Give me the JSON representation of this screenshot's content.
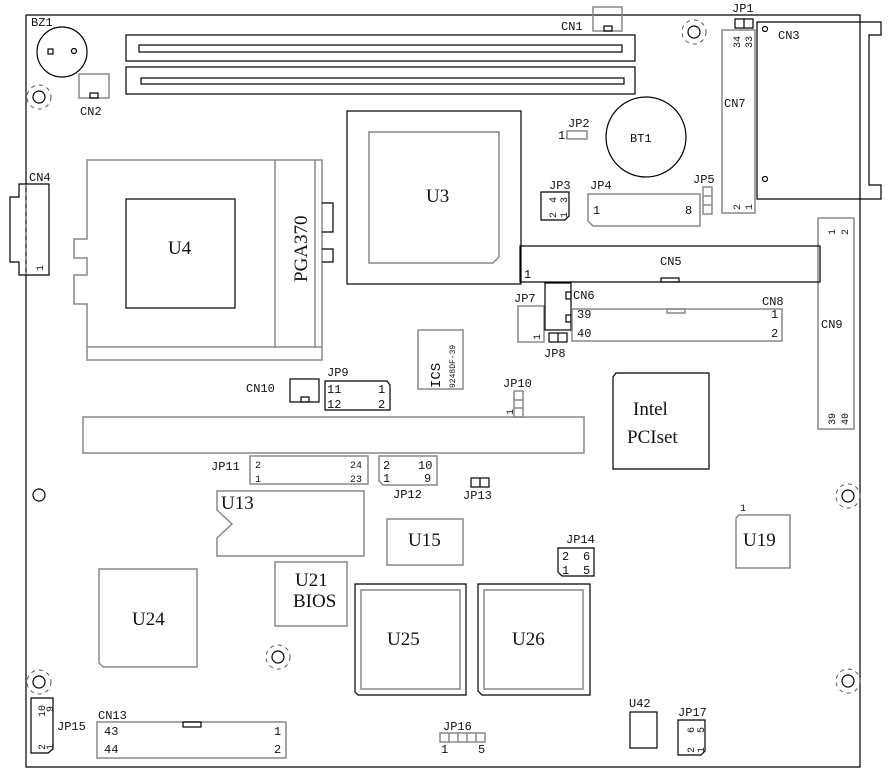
{
  "diagram": {
    "type": "motherboard-layout",
    "components": {
      "bz1": "BZ1",
      "cn1": "CN1",
      "cn2": "CN2",
      "cn3": "CN3",
      "cn4": "CN4",
      "cn5": "CN5",
      "cn6": "CN6",
      "cn7": "CN7",
      "cn8": "CN8",
      "cn9": "CN9",
      "cn10": "CN10",
      "cn13": "CN13",
      "jp1": "JP1",
      "jp2": "JP2",
      "jp3": "JP3",
      "jp4": "JP4",
      "jp5": "JP5",
      "jp7": "JP7",
      "jp8": "JP8",
      "jp9": "JP9",
      "jp10": "JP10",
      "jp11": "JP11",
      "jp12": "JP12",
      "jp13": "JP13",
      "jp14": "JP14",
      "jp15": "JP15",
      "jp16": "JP16",
      "jp17": "JP17",
      "bt1": "BT1",
      "u3": "U3",
      "u4": "U4",
      "u13": "U13",
      "u15": "U15",
      "u19": "U19",
      "u21": "U21",
      "u21_sub": "BIOS",
      "u24": "U24",
      "u25": "U25",
      "u26": "U26",
      "u42": "U42",
      "pga370": "PGA370",
      "ics": "ICS",
      "ics_part": "9248DF-39",
      "intel1": "Intel",
      "intel2": "PCIset"
    },
    "pins": {
      "one": "1",
      "two": "2",
      "three": "3",
      "four": "4",
      "five": "5",
      "six": "6",
      "eight": "8",
      "nine": "9",
      "ten": "10",
      "eleven": "11",
      "twelve": "12",
      "twentythree": "23",
      "twentyfour": "24",
      "thirtythree": "33",
      "thirtyfour": "34",
      "thirtynine": "39",
      "forty": "40",
      "fortythree": "43",
      "fortyfour": "44"
    }
  }
}
